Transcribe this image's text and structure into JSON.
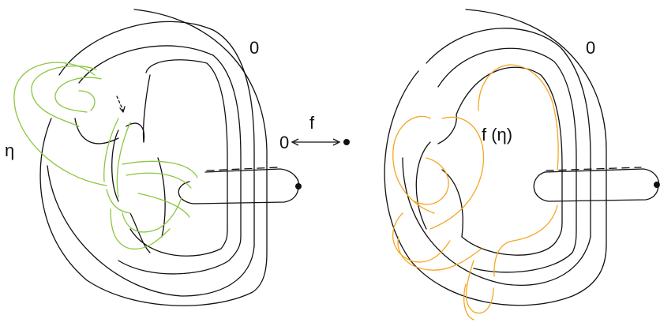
{
  "left_diagram": {
    "framing_label": "0",
    "curve_label": "η",
    "curve_color": "#8cc63f"
  },
  "map": {
    "source_label": "0",
    "name_label": "f"
  },
  "right_diagram": {
    "framing_label": "0",
    "curve_label": "f (η)",
    "curve_color": "#f5a623"
  }
}
